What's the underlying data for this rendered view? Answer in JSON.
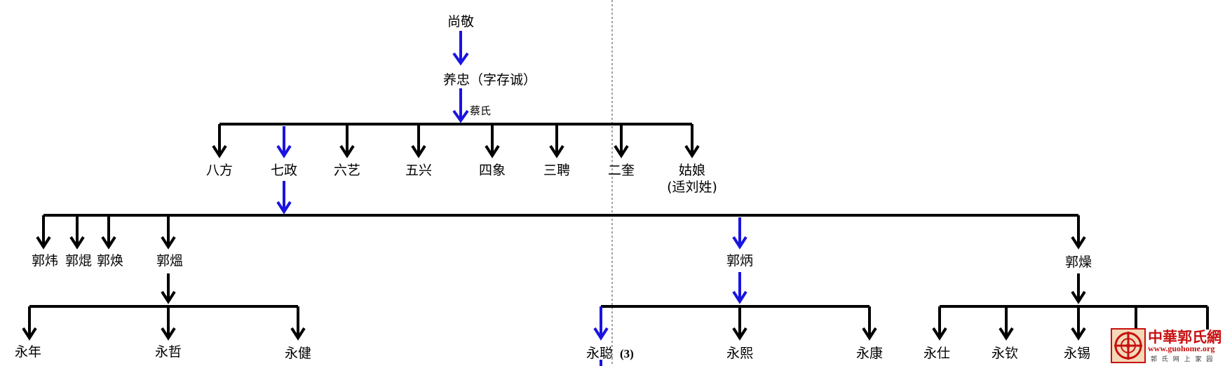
{
  "colors": {
    "line": "#000000",
    "main_line": "#1a14e0",
    "logo_red": "#c81010"
  },
  "nodes": {
    "shangjing": "尚敬",
    "yangzhong": "养忠（字存诚）",
    "spouse_cai": "蔡氏",
    "bafang": "八方",
    "qizheng": "七政",
    "liuyi": "六艺",
    "wuxing": "五兴",
    "sixiang": "四象",
    "sanpin": "三聘",
    "erkui": "二奎",
    "guniang": "姑娘",
    "guniang_note": "(适刘姓)",
    "guowei": "郭炜",
    "guohun": "郭焜",
    "guohuan": "郭焕",
    "guoyun": "郭熅",
    "guobing": "郭炳",
    "guozao": "郭燥",
    "yongnian": "永年",
    "yongzhe": "永哲",
    "yongjian": "永健",
    "yongcong": "永聪",
    "yongcong_count": "(3)",
    "yongxi": "永熙",
    "yongkang": "永康",
    "yongshi": "永仕",
    "yongqin": "永钦",
    "yongxi2": "永锡"
  },
  "logo": {
    "title": "中華郭氏網",
    "url": "www.guohome.org",
    "subtitle": "郭 氏 网 上 家 园"
  }
}
